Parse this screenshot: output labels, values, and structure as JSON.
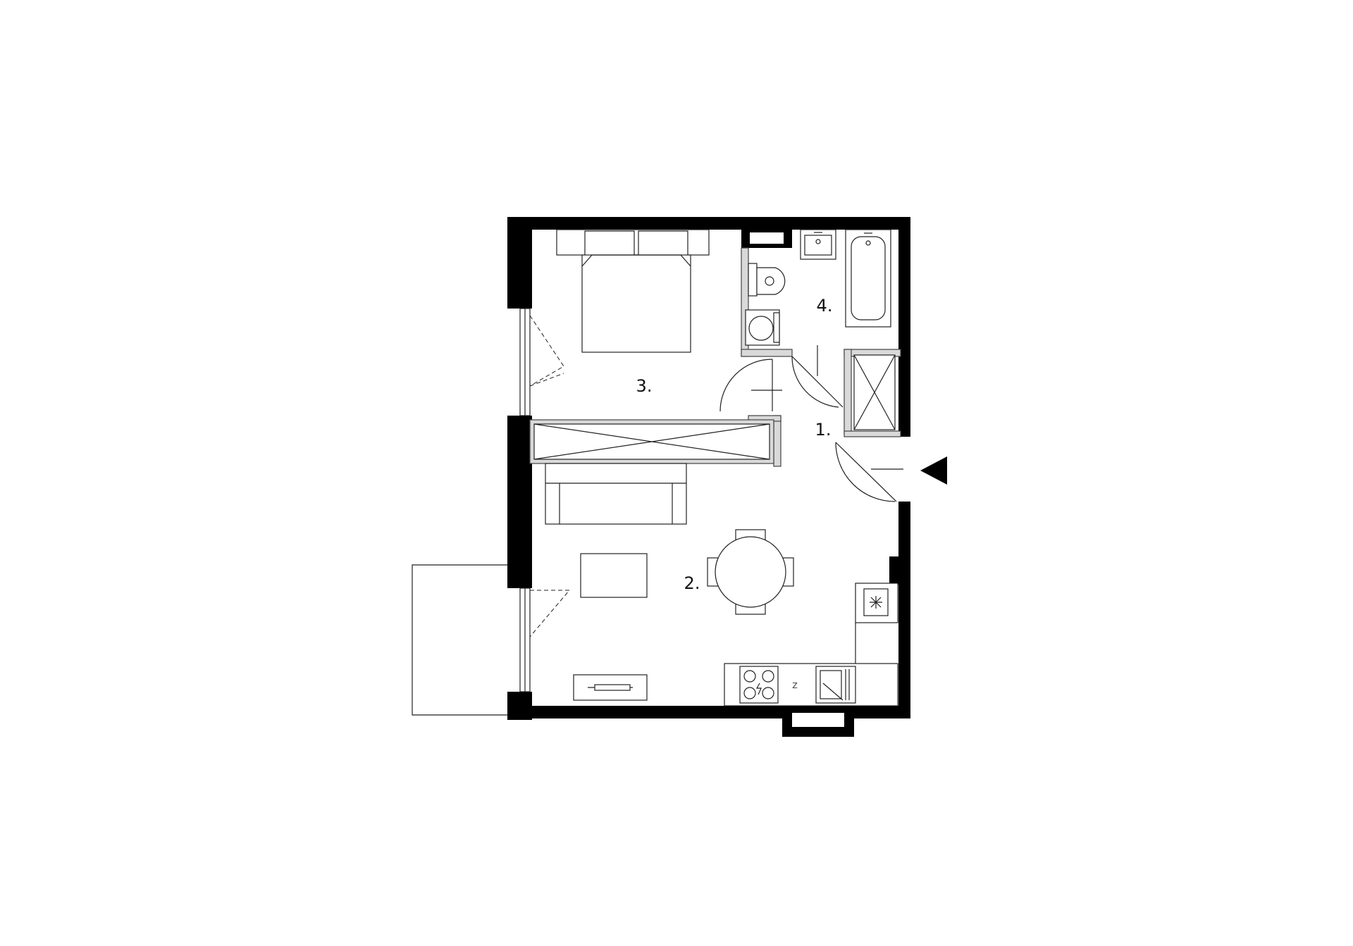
{
  "rooms": [
    {
      "label": "1."
    },
    {
      "label": "2."
    },
    {
      "label": "3."
    },
    {
      "label": "4."
    }
  ],
  "kitchen": {
    "fridge_label": "Z"
  },
  "entrance": {
    "icon": "entrance-arrow-icon"
  }
}
